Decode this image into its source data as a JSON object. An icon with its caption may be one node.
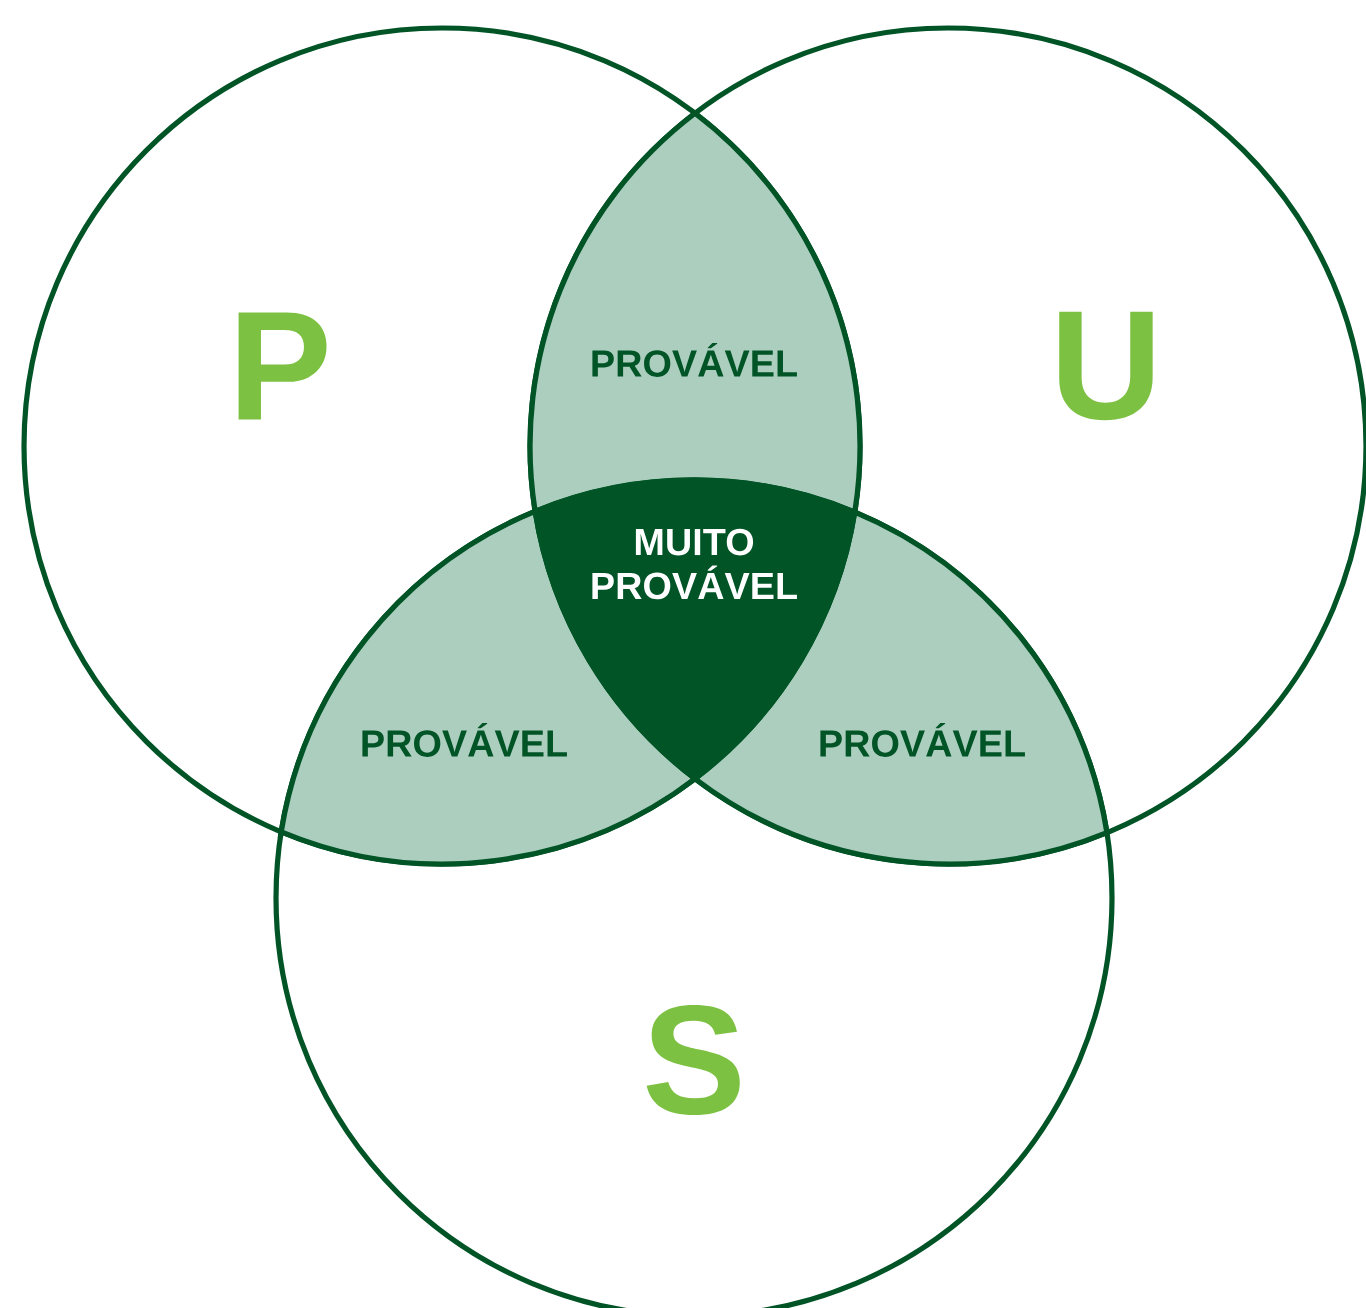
{
  "diagram": {
    "nodes": [
      {
        "text": [
          "P"
        ]
      },
      {
        "text": [
          "U"
        ]
      },
      {
        "text": [
          "PROVÁVEL"
        ]
      },
      {
        "text": [
          "MUITO PROVÁVEL"
        ]
      },
      {
        "text": [
          "PROVÁVEL"
        ]
      },
      {
        "text": [
          "PROVÁVEL"
        ]
      },
      {
        "text": [
          "S"
        ]
      }
    ]
  }
}
